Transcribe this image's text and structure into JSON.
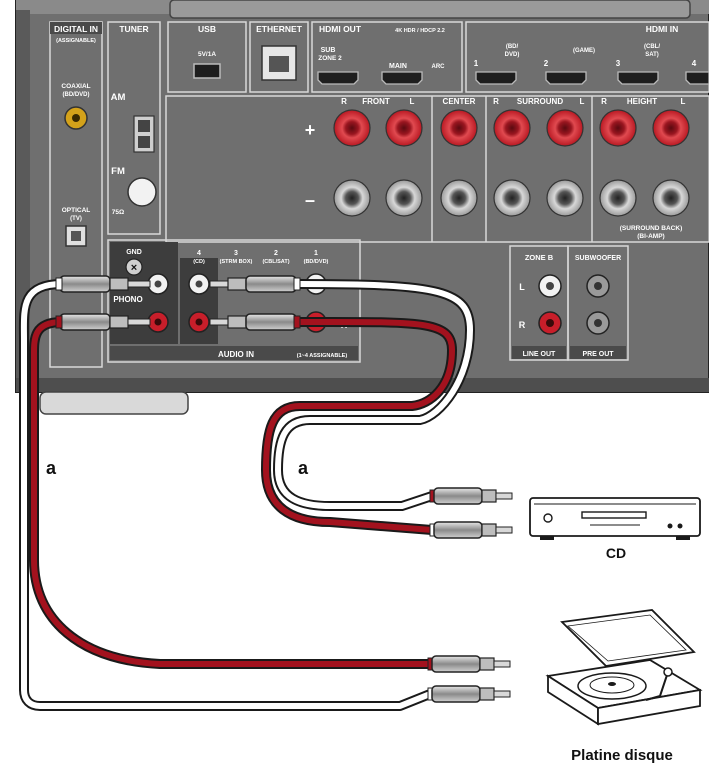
{
  "panel": {
    "digital_in": {
      "title": "DIGITAL IN",
      "sub": "(ASSIGNABLE)",
      "coaxial": "COAXIAL",
      "coaxial_sub": "(BD/DVD)",
      "optical": "OPTICAL",
      "optical_sub": "(TV)"
    },
    "tuner": {
      "title": "TUNER",
      "am": "AM",
      "fm": "FM",
      "ohm": "75Ω"
    },
    "usb": {
      "title": "USB",
      "rating": "5V/1A"
    },
    "ethernet": {
      "title": "ETHERNET"
    },
    "hdmi_out": {
      "title": "HDMI OUT",
      "spec": "4K HDR / HDCP 2.2",
      "sub_zone": "SUB",
      "zone2": "ZONE 2",
      "main": "MAIN",
      "arc": "ARC"
    },
    "hdmi_in": {
      "title": "HDMI IN",
      "n1": "1",
      "bd": "(BD/",
      "dvd": "DVD)",
      "n2": "2",
      "game": "(GAME)",
      "n3": "3",
      "cbl": "(CBL/",
      "sat": "SAT)",
      "n4": "4"
    },
    "speakers": {
      "front": "FRONT",
      "center": "CENTER",
      "surround": "SURROUND",
      "height": "HEIGHT",
      "r": "R",
      "l": "L",
      "plus": "+",
      "minus": "–",
      "surround_back": "(SURROUND BACK)",
      "bi_amp": "(BI-AMP)"
    },
    "audio_in": {
      "gnd": "GND",
      "phono": "PHONO",
      "title": "AUDIO IN",
      "assign": "(1~4 ASSIGNABLE)",
      "l": "L",
      "r": "R",
      "ch4": "4",
      "ch4_label": "(CD)",
      "ch3": "3",
      "ch3_label": "(STRM BOX)",
      "ch2": "2",
      "ch2_label": "(CBL/SAT)",
      "ch1": "1",
      "ch1_label": "(BD/DVD)"
    },
    "zone_b": {
      "title": "ZONE B",
      "l": "L",
      "r": "R",
      "line_out": "LINE OUT"
    },
    "subwoofer": {
      "title": "SUBWOOFER",
      "pre_out": "PRE OUT"
    }
  },
  "cables": {
    "label_left": "a",
    "label_right": "a"
  },
  "devices": {
    "cd": "CD",
    "turntable": "Platine disque"
  },
  "colors": {
    "panel": "#6f6f6f",
    "panel_dark": "#3d3d3d",
    "cable_red": "#a3121e",
    "cable_white": "#ffffff",
    "cable_outline": "#1a1a1a",
    "terminal_red": "#c81e2a"
  }
}
